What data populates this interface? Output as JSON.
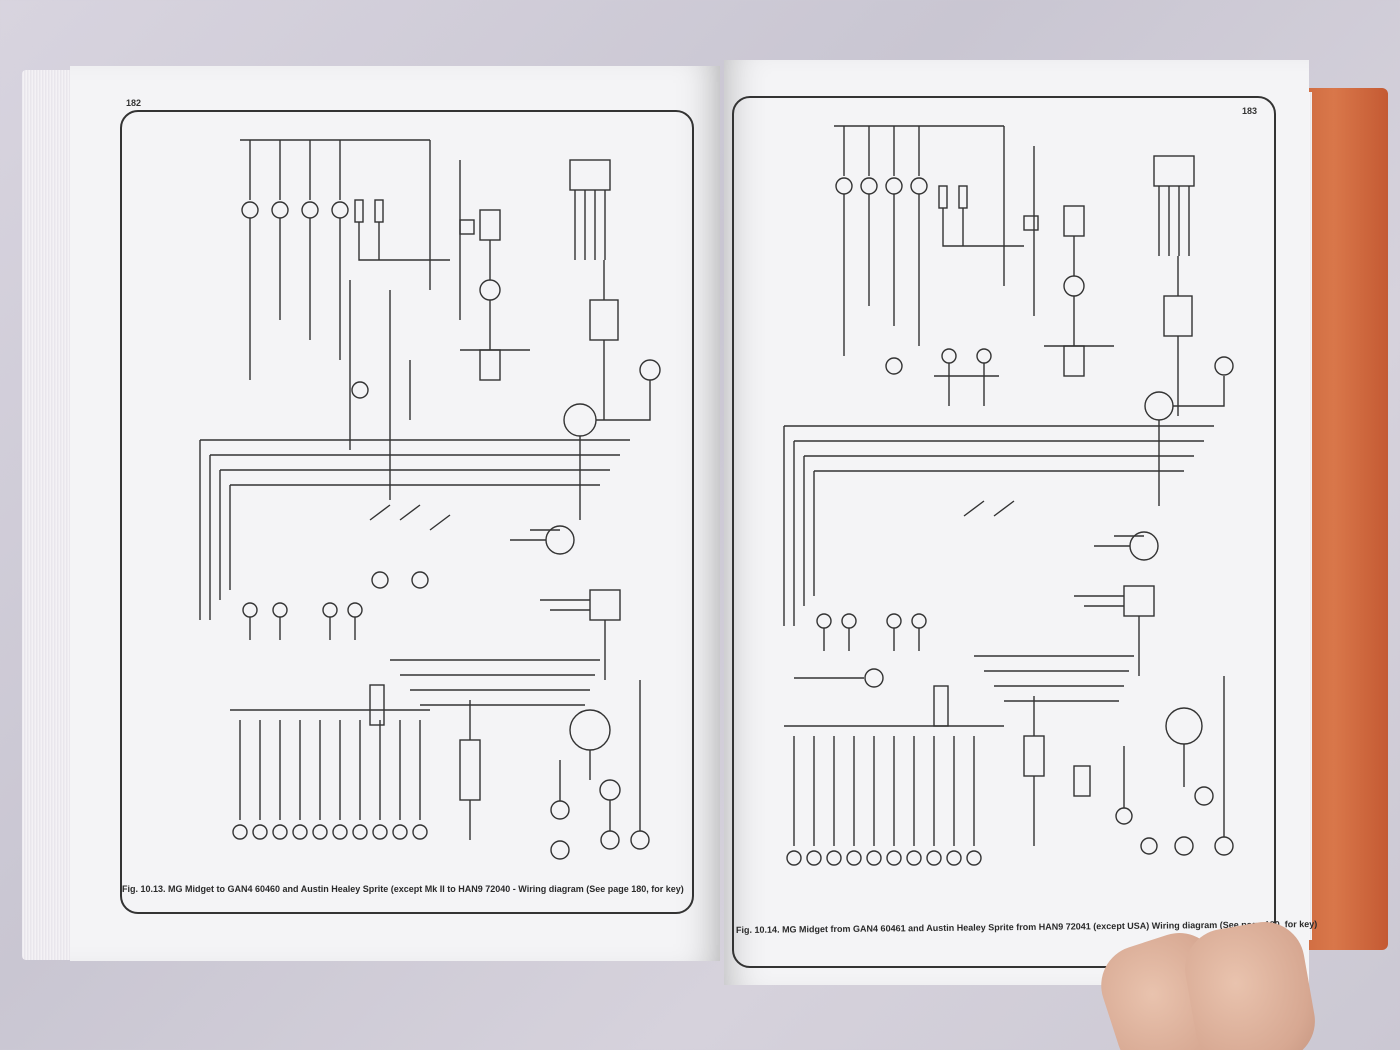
{
  "left_page": {
    "page_number": "182",
    "caption": "Fig. 10.13. MG Midget to GAN4 60460 and Austin Healey Sprite (except Mk II to HAN9 72040 - Wiring diagram (See page 180, for key)"
  },
  "right_page": {
    "page_number": "183",
    "caption": "Fig. 10.14. MG Midget from GAN4 60461 and Austin Healey Sprite from HAN9 72041 (except USA) Wiring diagram (See page 180, for key)"
  },
  "colors": {
    "book_cover": "#d9774a",
    "paper": "#f4f4f6",
    "ink": "#333333",
    "background_cloth": "#d0ccd7",
    "hand": "#e0b39d"
  }
}
